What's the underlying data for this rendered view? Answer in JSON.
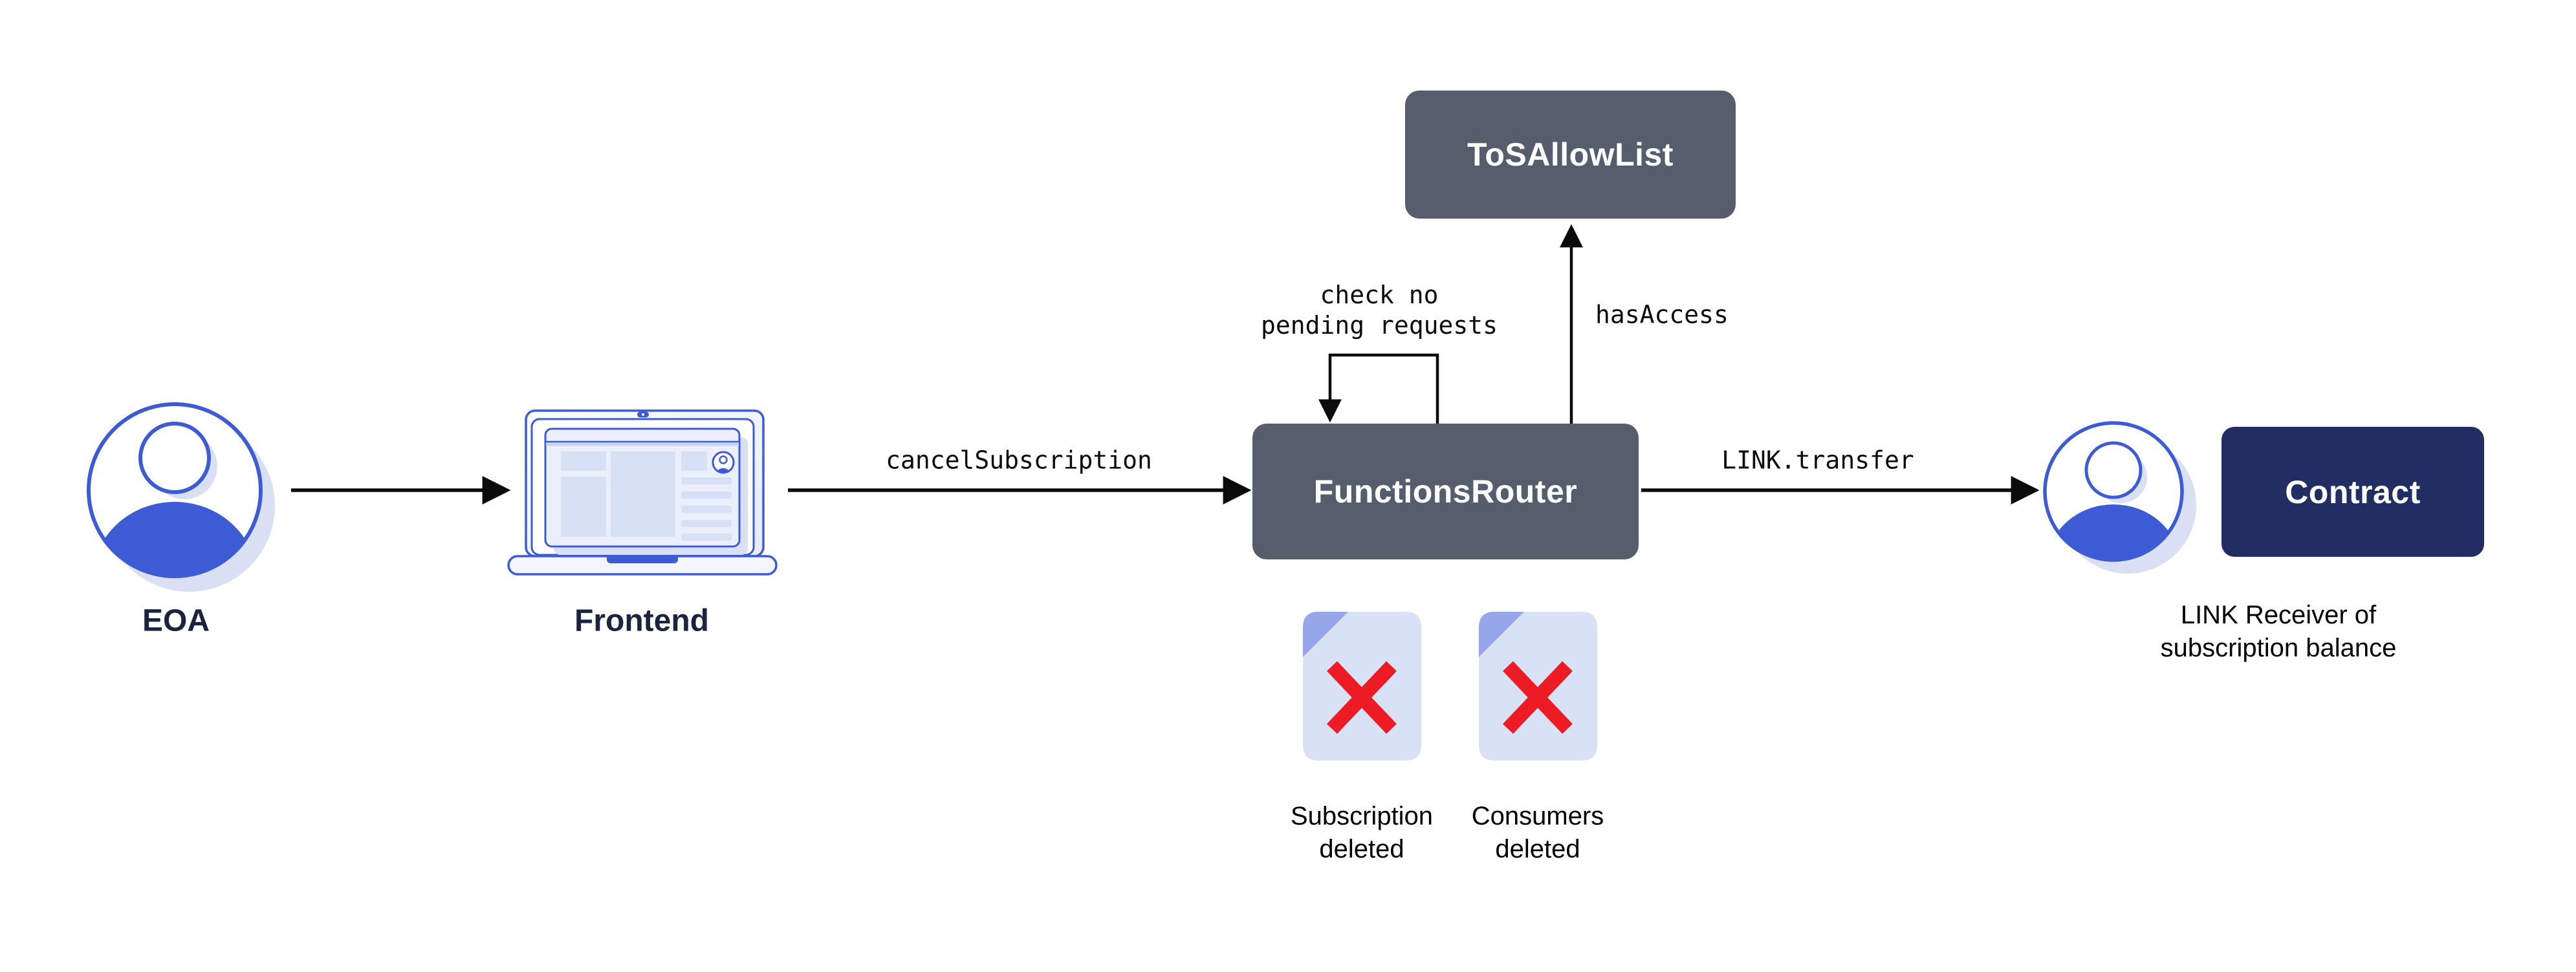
{
  "diagram": {
    "colors": {
      "blue": "#3D5BD4",
      "slate": "#565D6D",
      "navy": "#222D63",
      "red": "#ED1C24",
      "page": "#D9E1F6",
      "fold": "#96A7E9",
      "softshadow": "#D9E0F4",
      "text": "#1A2340"
    },
    "nodes": {
      "eoa": {
        "label": "EOA"
      },
      "frontend": {
        "label": "Frontend"
      },
      "functions_router": {
        "label": "FunctionsRouter"
      },
      "tos_allow_list": {
        "label": "ToSAllowList"
      },
      "contract": {
        "label": "Contract"
      },
      "link_receiver": {
        "caption_line1": "LINK Receiver of",
        "caption_line2": "subscription balance"
      },
      "subscription_doc": {
        "label_line1": "Subscription",
        "label_line2": "deleted"
      },
      "consumers_doc": {
        "label_line1": "Consumers",
        "label_line2": "deleted"
      }
    },
    "edges": {
      "cancel_subscription": {
        "label": "cancelSubscription"
      },
      "check_loop": {
        "label_line1": "check no",
        "label_line2": "pending requests"
      },
      "has_access": {
        "label": "hasAccess"
      },
      "link_transfer": {
        "label": "LINK.transfer"
      }
    }
  }
}
